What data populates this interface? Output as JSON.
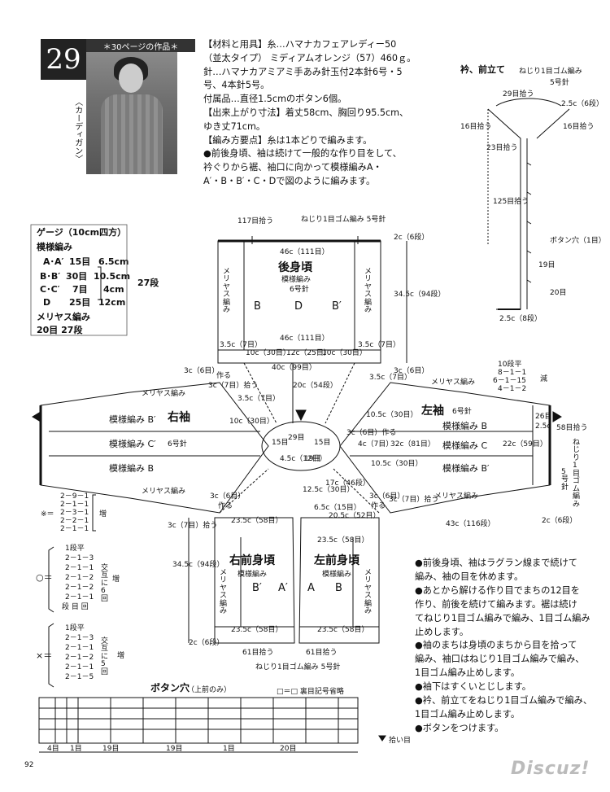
{
  "header": {
    "number": "29",
    "page_ref": "＊30ページの作品＊",
    "item_type": "〈カーディガン〉"
  },
  "description": {
    "lines": [
      "【材料と用具】糸…ハマナカフェアレディー50",
      "（並太タイプ） ミディアムオレンジ（57）460ｇ。",
      "針…ハマナカアミアミ手あみ針玉付2本針6号・5",
      "号、4本針5号。",
      "付属品…直径1.5cmのボタン6個。",
      "【出来上がり寸法】着丈58cm、胸回り95.5cm、",
      "ゆき丈71cm。",
      "【編み方要点】糸は1本どりで編みます。",
      "●前後身頃、袖は続けて一般的な作り目をして、",
      "衿ぐりから裾、袖口に向かって模様編みA・",
      "A′・B・B′・C・Dで図のように編みます。"
    ]
  },
  "gauge": {
    "title": "ゲージ（10cm四方）",
    "pattern_label": "模様編み",
    "rows": [
      {
        "name": "A･A′",
        "stitches": "15目",
        "cm": "6.5cm"
      },
      {
        "name": "B･B′",
        "stitches": "30目",
        "cm": "10.5cm"
      },
      {
        "name": "C･C′",
        "stitches": "7目",
        "cm": "4cm"
      },
      {
        "name": "D",
        "stitches": "25目",
        "cm": "12cm"
      }
    ],
    "row_count": "27段",
    "stockinette_label": "メリヤス編み",
    "stockinette_value": "20目 27段"
  },
  "collar": {
    "title": "衿、前立て",
    "rib": "ねじり1目ゴム編み",
    "needle": "5号針",
    "labels": [
      "29目拾う",
      "2.5c（6段）",
      "16目拾う",
      "16目拾う",
      "23目拾う",
      "125目拾う",
      "ボタン穴（1目）",
      "19目",
      "20目",
      "2.5c（8段）"
    ]
  },
  "back": {
    "title": "後身頃",
    "pattern": "模様編み",
    "needle": "6号針",
    "top_pick": "117目拾う",
    "top_rib": "ねじり1目ゴム編み 5号針",
    "width_top": "46c（111目）",
    "width_mid": "46c（111目）",
    "side_left": "メリヤス編み",
    "side_right": "メリヤス編み",
    "cols": [
      "B",
      "D",
      "B′"
    ],
    "right_rib": "2c（6段）",
    "height": "34.5c（94段）",
    "bottom": [
      "3.5c（7目）",
      "10c（30目）",
      "12c（25目）",
      "10c（30目）",
      "3.5c（7目）"
    ],
    "under": "40c（99目）",
    "mid_left": "3c（6目）",
    "mid_right": "3c（6目）",
    "center": "20c（54段）"
  },
  "right_sleeve": {
    "title": "右袖",
    "side_top": "メリヤス編み",
    "side_bottom": "メリヤス編み",
    "rows": [
      "模様編み B′",
      "模様編み C′",
      "模様編み B"
    ],
    "needle": "6号針",
    "labels": [
      "3c（7目）拾う",
      "3.5c（7目）",
      "10c（30目）",
      "15目",
      "29目",
      "15目",
      "作る"
    ]
  },
  "left_sleeve": {
    "title": "左袖",
    "needle": "6号針",
    "side_top": "メリヤス編み",
    "side_bottom": "メリヤス編み",
    "rows": [
      "模様編み B",
      "模様編み C",
      "模様編み B′"
    ],
    "dec": [
      "10段平",
      "8－1－1",
      "6－1－15",
      "4－1－2"
    ],
    "dec_mark": "減",
    "cuff": "26目",
    "cuff_c": "2.5c",
    "cuff_pick": "58目拾う",
    "cuff_rib": "ねじり1目ゴム編み",
    "cuff_needle": "5号針",
    "widths": [
      "10.5c（30目）",
      "4c（7目）",
      "32c（81目）",
      "22c（59目）",
      "10.5c（30目）"
    ],
    "len": "43c（116段）",
    "rib_h": "2c（6段）",
    "pick": "3c（7目）拾う",
    "labels": [
      "3.5c（7目）",
      "3c（6目）作る",
      "4.5c（12目）",
      "19目"
    ]
  },
  "increase_notes": {
    "star": [
      "2－9－1",
      "2－1－1",
      "2－3－1",
      "2－2－1",
      "2－1－1"
    ],
    "star_mark": "増",
    "circle": [
      "1段平",
      "2－1－3",
      "2－1－1",
      "2－1－2",
      "2－1－2",
      "2－1－1",
      "段 目 回"
    ],
    "circle_mark": "増",
    "circle_side": "交互に6回",
    "cross": [
      "1段平",
      "2－1－3",
      "2－1－1",
      "2－1－2",
      "2－1－1",
      "2－1－5"
    ],
    "cross_mark": "増",
    "cross_side": "交互に5回"
  },
  "right_front": {
    "title": "右前身頃",
    "pattern": "模様編み",
    "cols": [
      "B′",
      "A′"
    ],
    "side": "メリヤス編み",
    "top": "23.5c（58目）",
    "bottom": "23.5c（58目）",
    "height": "34.5c（94段）",
    "rib": "2c（6段）",
    "pick": "61目拾う",
    "labels": [
      "3c（7目）拾う",
      "3c（6目）",
      "作る"
    ]
  },
  "left_front": {
    "title": "左前身頃",
    "pattern": "模様編み",
    "cols": [
      "A",
      "B"
    ],
    "side": "メリヤス編み",
    "top": "23.5c（58目）",
    "bottom": "23.5c（58目）",
    "pick": "61目拾う",
    "labels": [
      "12.5c（30目）",
      "17c（46段）",
      "6.5c（15目）",
      "20.5c（52目）",
      "3c（6目）",
      "作る"
    ]
  },
  "bottom_rib": "ねじり1目ゴム編み 5号針",
  "notes": [
    "●前後身頃、袖はラグラン線まで続けて",
    "編み、袖の目を休めます。",
    "●あとから解ける作り目でまちの12目を",
    "作り、前後を続けて編みます。裾は続け",
    "てねじり1目ゴム編みで編み、1目ゴム編み",
    "止めします。",
    "●袖のまちは身頃のまちから目を拾って",
    "編み、袖口はねじり1目ゴム編みで編み、",
    "1目ゴム編み止めします。",
    "●袖下はすくいとじします。",
    "●衿、前立てをねじり1目ゴム編みで編み、",
    "1目ゴム編み止めします。",
    "●ボタンをつけます。"
  ],
  "buttonhole": {
    "title": "ボタン穴",
    "sub": "（上前のみ）",
    "legend": "□＝□ 裏目記号省略",
    "bottom": [
      "4目",
      "1目",
      "19目",
      "19目",
      "1目",
      "20目"
    ],
    "pick": "拾い目"
  },
  "page_number": "92",
  "logo": "Discuz!"
}
